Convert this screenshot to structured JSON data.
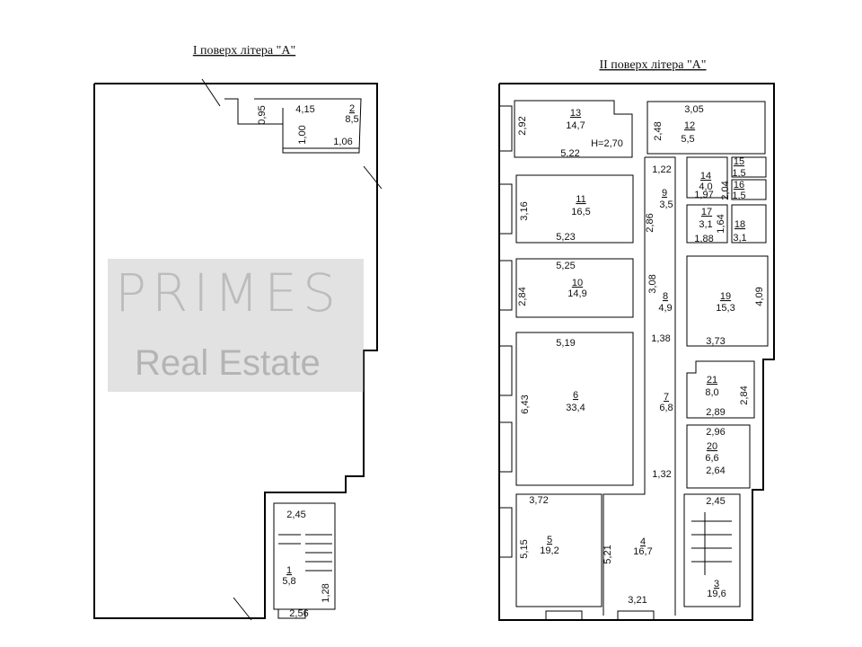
{
  "floor1": {
    "title": "I поверх  літера \"А\"",
    "labels": {
      "d095": "0,95",
      "d415": "4,15",
      "r2": "2",
      "a2": "8,5",
      "d100": "1,00",
      "d106": "1,06",
      "d245": "2,45",
      "r1": "1",
      "a1": "5,8",
      "d128": "1,28",
      "d256": "2,56"
    }
  },
  "floor2": {
    "title": "II поверх  літера \"А\"",
    "labels": {
      "r13": "13",
      "a13": "14,7",
      "d292": "2,92",
      "h": "H=2,70",
      "d522": "5,22",
      "d248": "2,48",
      "d305": "3,05",
      "r12": "12",
      "a12": "5,5",
      "d122": "1,22",
      "r14": "14",
      "a14": "4,0",
      "d197": "1,97",
      "d204": "2,04",
      "r15": "15",
      "a15": "1,5",
      "r16": "16",
      "a16": "1,5",
      "r11": "11",
      "a11": "16,5",
      "d316": "3,16",
      "d523": "5,23",
      "r9": "9",
      "a9": "3,5",
      "d286": "2,86",
      "r17": "17",
      "a17": "3,1",
      "d164": "1,64",
      "d188": "1,88",
      "r18": "18",
      "a18": "3,1",
      "d525": "5,25",
      "d284a": "2,84",
      "r10": "10",
      "a10": "14,9",
      "d308": "3,08",
      "r8": "8",
      "a8": "4,9",
      "r19": "19",
      "a19": "15,3",
      "d409": "4,09",
      "d138": "1,38",
      "d373": "3,73",
      "d519": "5,19",
      "r6": "6",
      "a6": "33,4",
      "d643": "6,43",
      "r21": "21",
      "a21": "8,0",
      "d284b": "2,84",
      "r7": "7",
      "a7": "6,8",
      "d289": "2,89",
      "d296": "2,96",
      "r20": "20",
      "a20": "6,6",
      "d264": "2,64",
      "d132": "1,32",
      "d372": "3,72",
      "r5": "5",
      "a5": "19,2",
      "d515": "5,15",
      "d521": "5,21",
      "r4": "4",
      "a4": "16,7",
      "d321": "3,21",
      "d245": "2,45",
      "r3": "3",
      "a3": "19,6"
    }
  },
  "watermark": {
    "brand": "PRIMES",
    "sub": "Real Estate"
  }
}
